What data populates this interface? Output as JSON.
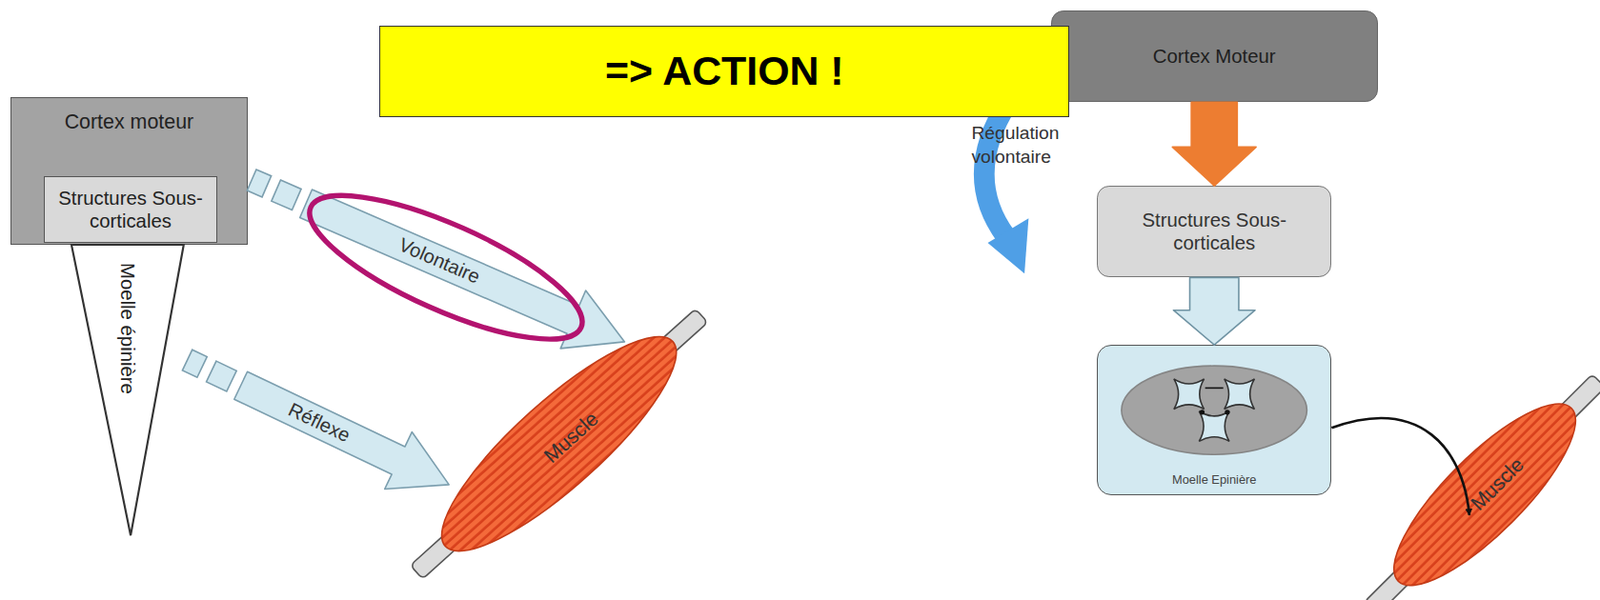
{
  "diagram": {
    "nodes": [
      {
        "text": [
          "Cortex moteur"
        ]
      },
      {
        "text": [
          "Structures Sous-corticales"
        ],
        "in": 0
      },
      {
        "text": [
          "Moelle épinière"
        ]
      },
      {
        "text": [
          "Muscle"
        ]
      },
      {
        "text": [
          "=> ACTION !"
        ]
      },
      {
        "text": [
          "Cortex Moteur"
        ]
      },
      {
        "text": [
          "Structures Sous-corticales"
        ]
      },
      {
        "text": [
          "Moelle Epinière"
        ]
      },
      {
        "text": [
          "Muscle"
        ]
      }
    ],
    "edges": [
      {
        "from": 0,
        "to": 3,
        "label": "Volontaire",
        "arrow": "to"
      },
      {
        "from": 2,
        "to": 3,
        "label": "Réflexe",
        "arrow": "to"
      },
      {
        "from": 5,
        "to": 6,
        "arrow": "to"
      },
      {
        "from": 6,
        "to": 7,
        "arrow": "to"
      },
      {
        "from": 7,
        "to": 8,
        "arrow": "to"
      }
    ],
    "labels": [
      "Régulation volontaire"
    ]
  }
}
